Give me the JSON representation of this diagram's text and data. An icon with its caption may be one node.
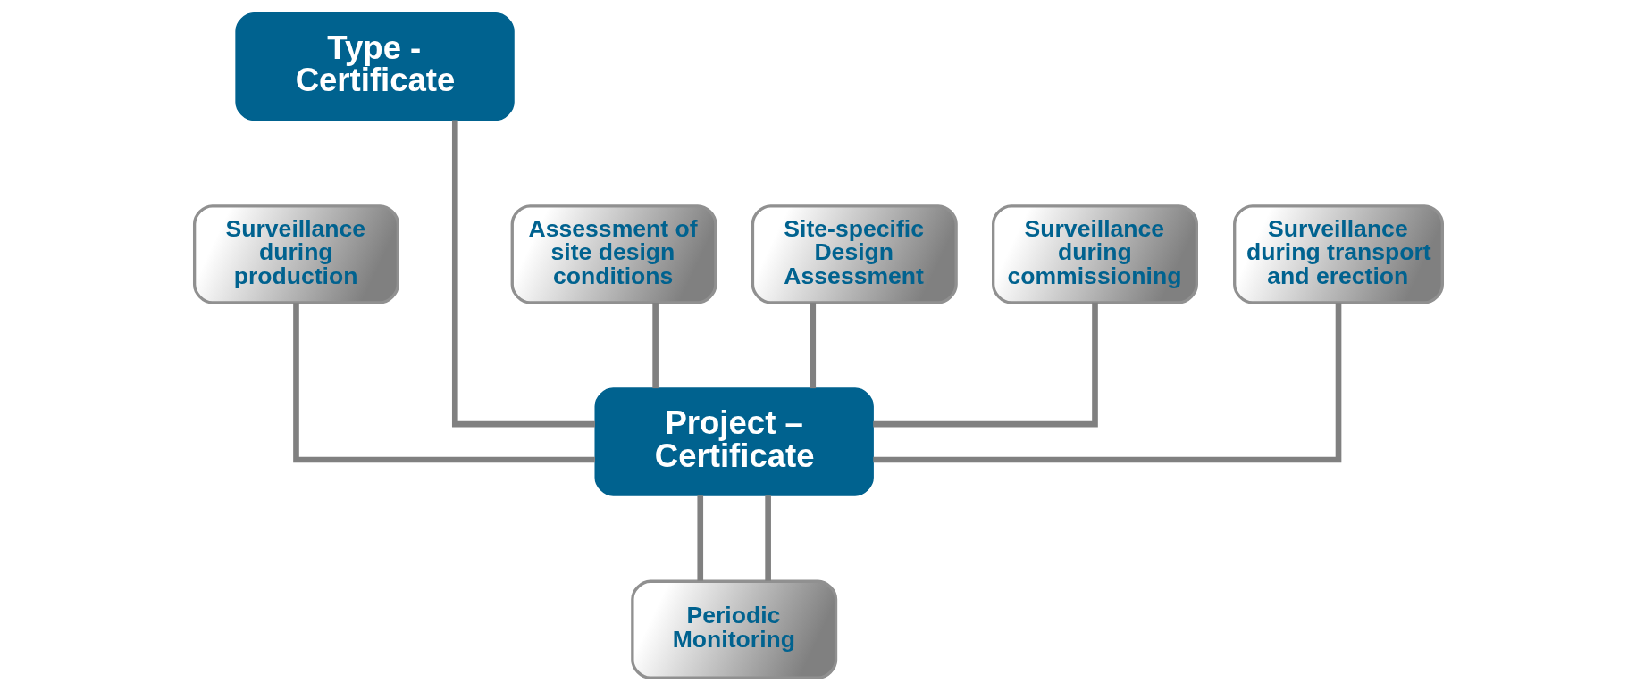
{
  "diagram": {
    "nodes": [
      {
        "text": [
          "Type - Certificate"
        ]
      },
      {
        "text": [
          "Assessment of site design conditions"
        ]
      },
      {
        "text": [
          "Site-specific Design Assessment"
        ]
      },
      {
        "text": [
          "Surveillance during production"
        ]
      },
      {
        "text": [
          "Surveillance during commissioning"
        ]
      },
      {
        "text": [
          "Surveillance during transport and erection"
        ]
      },
      {
        "text": [
          "Project – Certificate"
        ]
      },
      {
        "text": [
          "Periodic Monitoring"
        ]
      }
    ],
    "edges": [
      {
        "from": 0,
        "to": 6,
        "arrow": "none"
      },
      {
        "from": 1,
        "to": 6,
        "arrow": "none"
      },
      {
        "from": 2,
        "to": 6,
        "arrow": "none"
      },
      {
        "from": 3,
        "to": 6,
        "arrow": "none"
      },
      {
        "from": 4,
        "to": 6,
        "arrow": "none"
      },
      {
        "from": 5,
        "to": 6,
        "arrow": "none"
      },
      {
        "from": 6,
        "to": 7,
        "arrow": "none"
      },
      {
        "from": 6,
        "to": 7,
        "arrow": "none"
      }
    ]
  }
}
